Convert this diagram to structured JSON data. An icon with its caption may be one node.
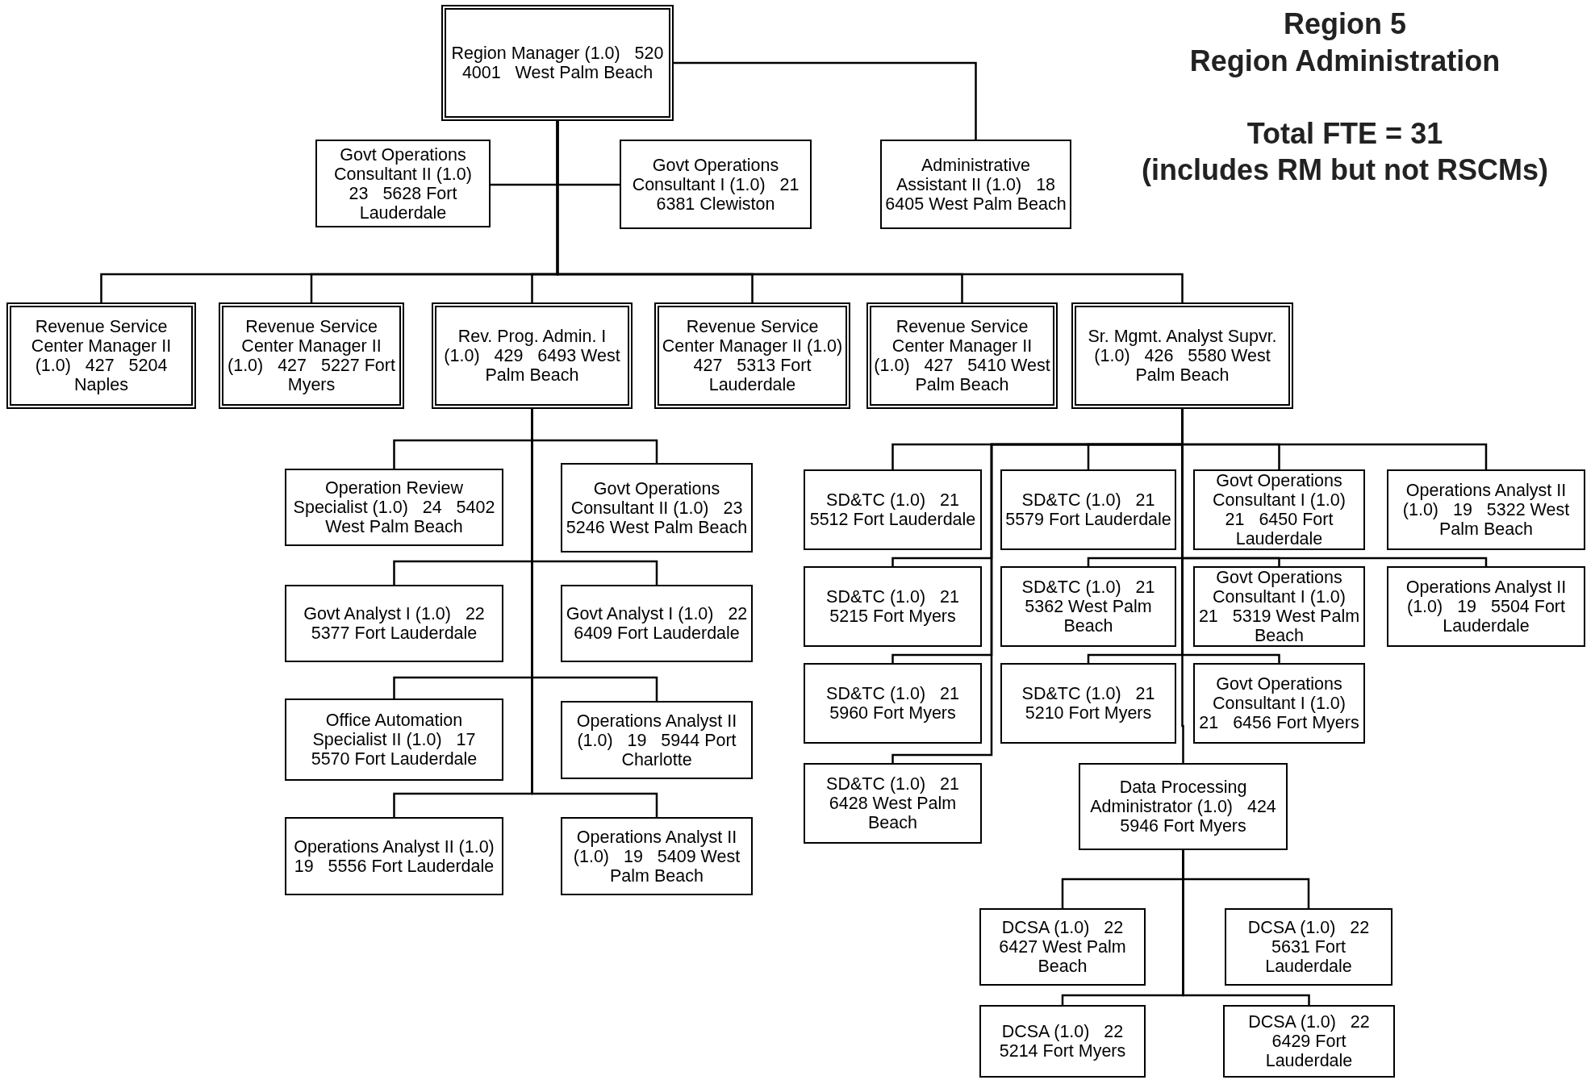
{
  "diagram": {
    "title": "Region 5",
    "nodes": [
      {
        "text": [
          "Region Manager (1.0)   520   4001   West Palm Beach"
        ]
      },
      {
        "text": [
          "Govt Operations Consultant II (1.0)   23   5628 Fort Lauderdale"
        ]
      },
      {
        "text": [
          "Govt Operations Consultant I (1.0)   21   6381 Clewiston"
        ]
      },
      {
        "text": [
          "Administrative Assistant II (1.0)   18   6405 West Palm Beach"
        ]
      },
      {
        "text": [
          "Revenue Service Center Manager II (1.0)   427   5204 Naples"
        ]
      },
      {
        "text": [
          "Revenue Service Center Manager II (1.0)   427   5227 Fort Myers"
        ]
      },
      {
        "text": [
          "Rev. Prog. Admin. I (1.0)   429   6493 West Palm Beach"
        ]
      },
      {
        "text": [
          "Revenue Service Center Manager II (1.0)   427   5313 Fort Lauderdale"
        ]
      },
      {
        "text": [
          "Revenue Service Center Manager II (1.0)   427   5410 West Palm Beach"
        ]
      },
      {
        "text": [
          "Sr. Mgmt. Analyst Supvr. (1.0)   426   5580 West Palm Beach"
        ]
      },
      {
        "text": [
          "Operation Review Specialist (1.0)   24   5402 West Palm Beach"
        ]
      },
      {
        "text": [
          "Govt Operations Consultant II (1.0)   23   5246 West Palm Beach"
        ]
      },
      {
        "text": [
          "Govt Analyst I (1.0)   22   5377 Fort Lauderdale"
        ]
      },
      {
        "text": [
          "Govt Analyst I (1.0)   22   6409 Fort Lauderdale"
        ]
      },
      {
        "text": [
          "Office Automation Specialist II (1.0)   17   5570 Fort Lauderdale"
        ]
      },
      {
        "text": [
          "Operations Analyst II (1.0)   19   5944 Port Charlotte"
        ]
      },
      {
        "text": [
          "Operations Analyst II (1.0)   19   5556 Fort Lauderdale"
        ]
      },
      {
        "text": [
          "Operations Analyst II (1.0)   19   5409 West Palm Beach"
        ]
      },
      {
        "text": [
          "SD&TC (1.0)   21   5512 Fort Lauderdale"
        ]
      },
      {
        "text": [
          "SD&TC (1.0)   21   5579 Fort Lauderdale"
        ]
      },
      {
        "text": [
          "Govt Operations Consultant I (1.0)   21   6450 Fort Lauderdale"
        ]
      },
      {
        "text": [
          "Operations Analyst II (1.0)   19   5322 West Palm Beach"
        ]
      },
      {
        "text": [
          "SD&TC (1.0)   21   5215 Fort Myers"
        ]
      },
      {
        "text": [
          "SD&TC (1.0)   21   5362 West Palm Beach"
        ]
      },
      {
        "text": [
          "Govt Operations Consultant I (1.0)   21   5319 West Palm Beach"
        ]
      },
      {
        "text": [
          "Operations Analyst II (1.0)   19   5504 Fort Lauderdale"
        ]
      },
      {
        "text": [
          "SD&TC (1.0)   21   5960 Fort Myers"
        ]
      },
      {
        "text": [
          "SD&TC (1.0)   21   5210 Fort Myers"
        ]
      },
      {
        "text": [
          "Govt Operations Consultant I (1.0)   21   6456 Fort Myers"
        ]
      },
      {
        "text": [
          "SD&TC (1.0)   21   6428 West Palm Beach"
        ]
      },
      {
        "text": [
          "Data Processing Administrator (1.0)   424   5946 Fort Myers"
        ]
      },
      {
        "text": [
          "DCSA (1.0)   22   6427 West Palm Beach"
        ]
      },
      {
        "text": [
          "DCSA (1.0)   22   5631 Fort Lauderdale"
        ]
      },
      {
        "text": [
          "DCSA (1.0)   22   5214 Fort Myers"
        ]
      },
      {
        "text": [
          "DCSA (1.0)   22   6429 Fort Lauderdale"
        ]
      }
    ],
    "edges": [
      {
        "from": 0,
        "to": 1,
        "arrow": "none"
      },
      {
        "from": 0,
        "to": 2,
        "arrow": "none"
      },
      {
        "from": 0,
        "to": 3,
        "arrow": "none"
      },
      {
        "from": 0,
        "to": 4,
        "arrow": "none"
      },
      {
        "from": 0,
        "to": 5,
        "arrow": "none"
      },
      {
        "from": 0,
        "to": 6,
        "arrow": "none"
      },
      {
        "from": 0,
        "to": 7,
        "arrow": "none"
      },
      {
        "from": 0,
        "to": 8,
        "arrow": "none"
      },
      {
        "from": 0,
        "to": 9,
        "arrow": "none"
      },
      {
        "from": 6,
        "to": 10,
        "arrow": "none"
      },
      {
        "from": 6,
        "to": 11,
        "arrow": "none"
      },
      {
        "from": 6,
        "to": 12,
        "arrow": "none"
      },
      {
        "from": 6,
        "to": 13,
        "arrow": "none"
      },
      {
        "from": 6,
        "to": 14,
        "arrow": "none"
      },
      {
        "from": 6,
        "to": 15,
        "arrow": "none"
      },
      {
        "from": 6,
        "to": 16,
        "arrow": "none"
      },
      {
        "from": 6,
        "to": 17,
        "arrow": "none"
      },
      {
        "from": 9,
        "to": 18,
        "arrow": "none"
      },
      {
        "from": 9,
        "to": 19,
        "arrow": "none"
      },
      {
        "from": 9,
        "to": 20,
        "arrow": "none"
      },
      {
        "from": 9,
        "to": 21,
        "arrow": "none"
      },
      {
        "from": 9,
        "to": 22,
        "arrow": "none"
      },
      {
        "from": 9,
        "to": 23,
        "arrow": "none"
      },
      {
        "from": 9,
        "to": 24,
        "arrow": "none"
      },
      {
        "from": 9,
        "to": 25,
        "arrow": "none"
      },
      {
        "from": 9,
        "to": 26,
        "arrow": "none"
      },
      {
        "from": 9,
        "to": 27,
        "arrow": "none"
      },
      {
        "from": 9,
        "to": 28,
        "arrow": "none"
      },
      {
        "from": 9,
        "to": 29,
        "arrow": "none"
      },
      {
        "from": 9,
        "to": 30,
        "arrow": "none"
      },
      {
        "from": 30,
        "to": 31,
        "arrow": "none"
      },
      {
        "from": 30,
        "to": 32,
        "arrow": "none"
      },
      {
        "from": 30,
        "to": 33,
        "arrow": "none"
      },
      {
        "from": 30,
        "to": 34,
        "arrow": "none"
      }
    ],
    "labels": [
      "Region Administration",
      "Total FTE = 31",
      "(includes RM but not RSCMs)"
    ]
  }
}
